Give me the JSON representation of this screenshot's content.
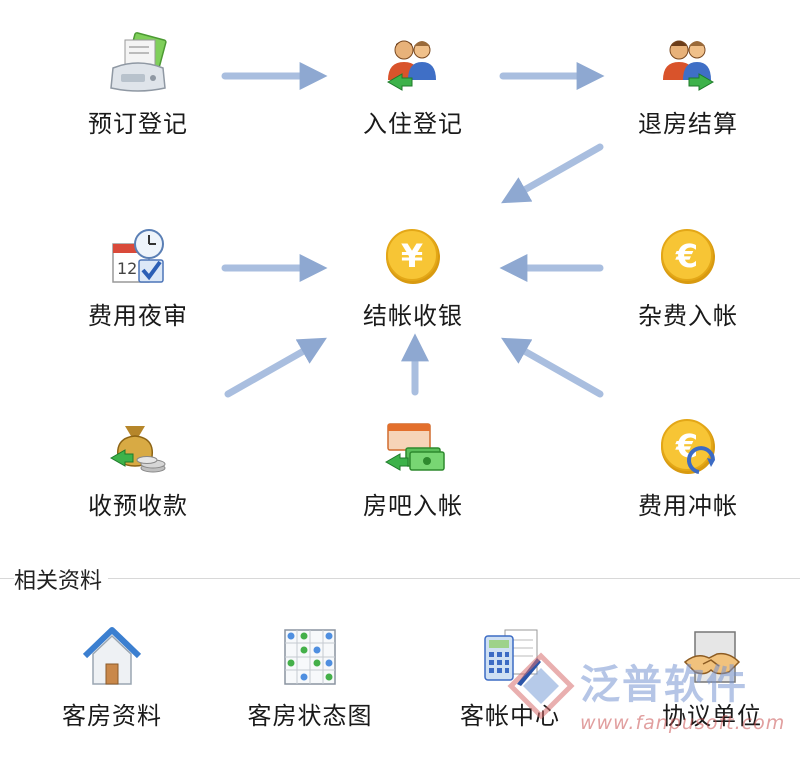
{
  "workflow": {
    "nodes": [
      {
        "id": "reserve",
        "label": "预订登记",
        "icon": "reservation-fax-icon"
      },
      {
        "id": "checkin",
        "label": "入住登记",
        "icon": "guests-checkin-icon"
      },
      {
        "id": "checkout",
        "label": "退房结算",
        "icon": "guests-checkout-icon"
      },
      {
        "id": "audit",
        "label": "费用夜审",
        "icon": "calendar-clock-audit-icon"
      },
      {
        "id": "cashier",
        "label": "结帐收银",
        "icon": "yen-coin-icon"
      },
      {
        "id": "misc",
        "label": "杂费入帐",
        "icon": "euro-coin-icon"
      },
      {
        "id": "deposit",
        "label": "收预收款",
        "icon": "money-bag-icon"
      },
      {
        "id": "minibar",
        "label": "房吧入帐",
        "icon": "minibar-cash-icon"
      },
      {
        "id": "reverse",
        "label": "费用冲帐",
        "icon": "euro-coin-reverse-icon"
      }
    ]
  },
  "related": {
    "title": "相关资料",
    "items": [
      {
        "label": "客房资料",
        "icon": "house-icon"
      },
      {
        "label": "客房状态图",
        "icon": "room-status-grid-icon"
      },
      {
        "label": "客帐中心",
        "icon": "calculator-pen-icon"
      },
      {
        "label": "协议单位",
        "icon": "handshake-icon"
      }
    ]
  },
  "watermark": {
    "brand": "泛普软件",
    "url": "www.fanpusoft.com"
  },
  "colors": {
    "arrow": "#9fb6d9",
    "coin_gold": "#f2b51c",
    "divider": "#d8d8d8"
  }
}
